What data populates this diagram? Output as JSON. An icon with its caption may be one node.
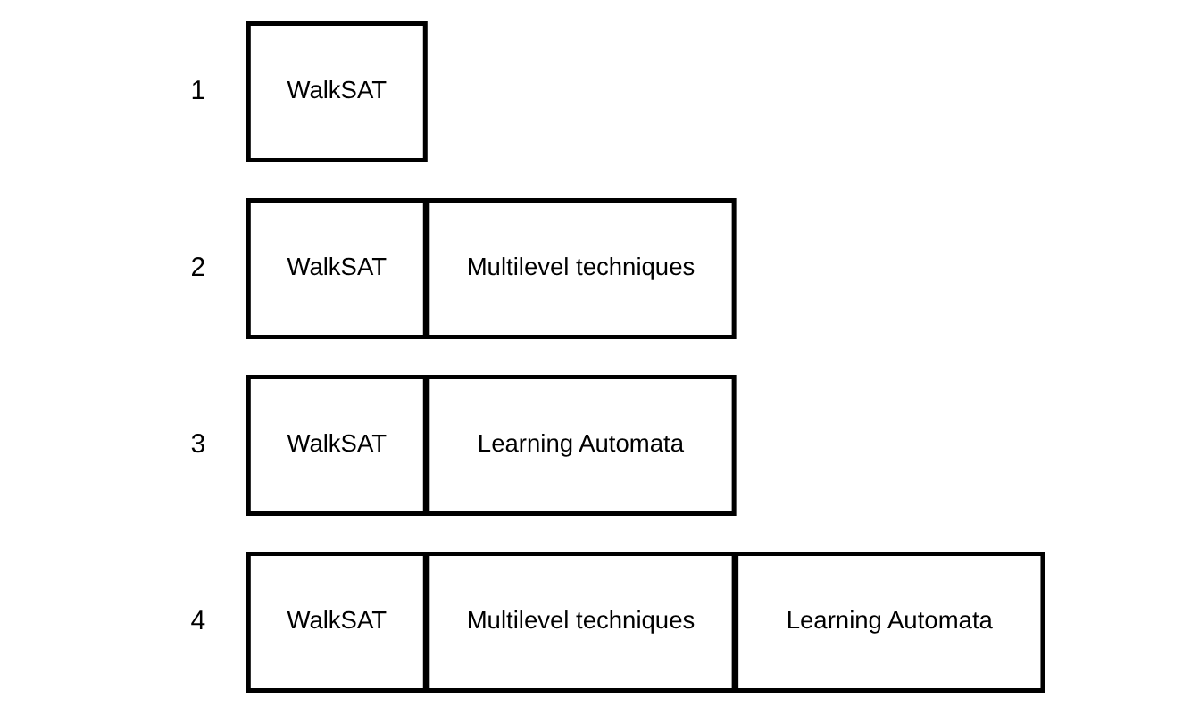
{
  "diagram": {
    "nodes": [
      {
        "text": [
          "WalkSAT"
        ],
        "beside": [
          "1"
        ]
      },
      {
        "text": [
          "WalkSAT"
        ],
        "beside": [
          "2"
        ]
      },
      {
        "text": [
          "Multilevel techniques"
        ]
      },
      {
        "text": [
          "WalkSAT"
        ],
        "beside": [
          "3"
        ]
      },
      {
        "text": [
          "Learning Automata"
        ]
      },
      {
        "text": [
          "WalkSAT"
        ],
        "beside": [
          "4"
        ]
      },
      {
        "text": [
          "Multilevel techniques"
        ]
      },
      {
        "text": [
          "Learning Automata"
        ]
      }
    ],
    "edges": []
  }
}
